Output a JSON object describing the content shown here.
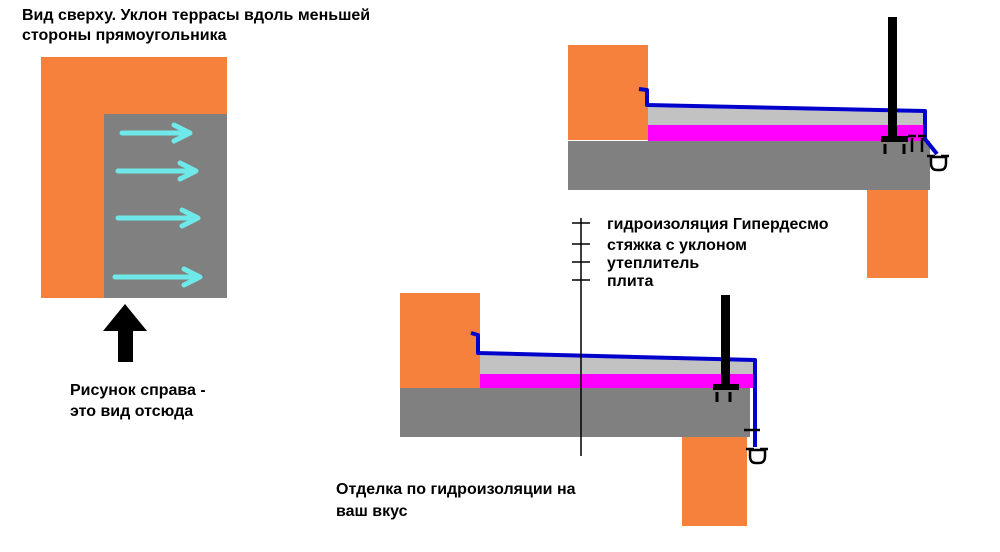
{
  "colors": {
    "orange": "#F6813C",
    "slab_gray": "#808080",
    "screed_gray": "#C2C2C2",
    "insulation_magenta": "#FF00FF",
    "membrane_blue": "#0000CC",
    "arrow_cyan": "#6EE8E8",
    "ink": "#000000",
    "background": "#FFFFFF"
  },
  "top_view": {
    "title_line1": "Вид сверху. Уклон террасы вдоль меньшей",
    "title_line2": "стороны прямоугольника",
    "origin_note_line1": "Рисунок справа -",
    "origin_note_line2": "это вид отсюда"
  },
  "legend": {
    "items": [
      {
        "label": "гидроизоляция Гипердесмо"
      },
      {
        "label": "стяжка с уклоном"
      },
      {
        "label": "утеплитель"
      },
      {
        "label": "плита"
      }
    ]
  },
  "finish_note": {
    "line1": "Отделка по гидроизоляции на",
    "line2": "ваш вкус"
  }
}
